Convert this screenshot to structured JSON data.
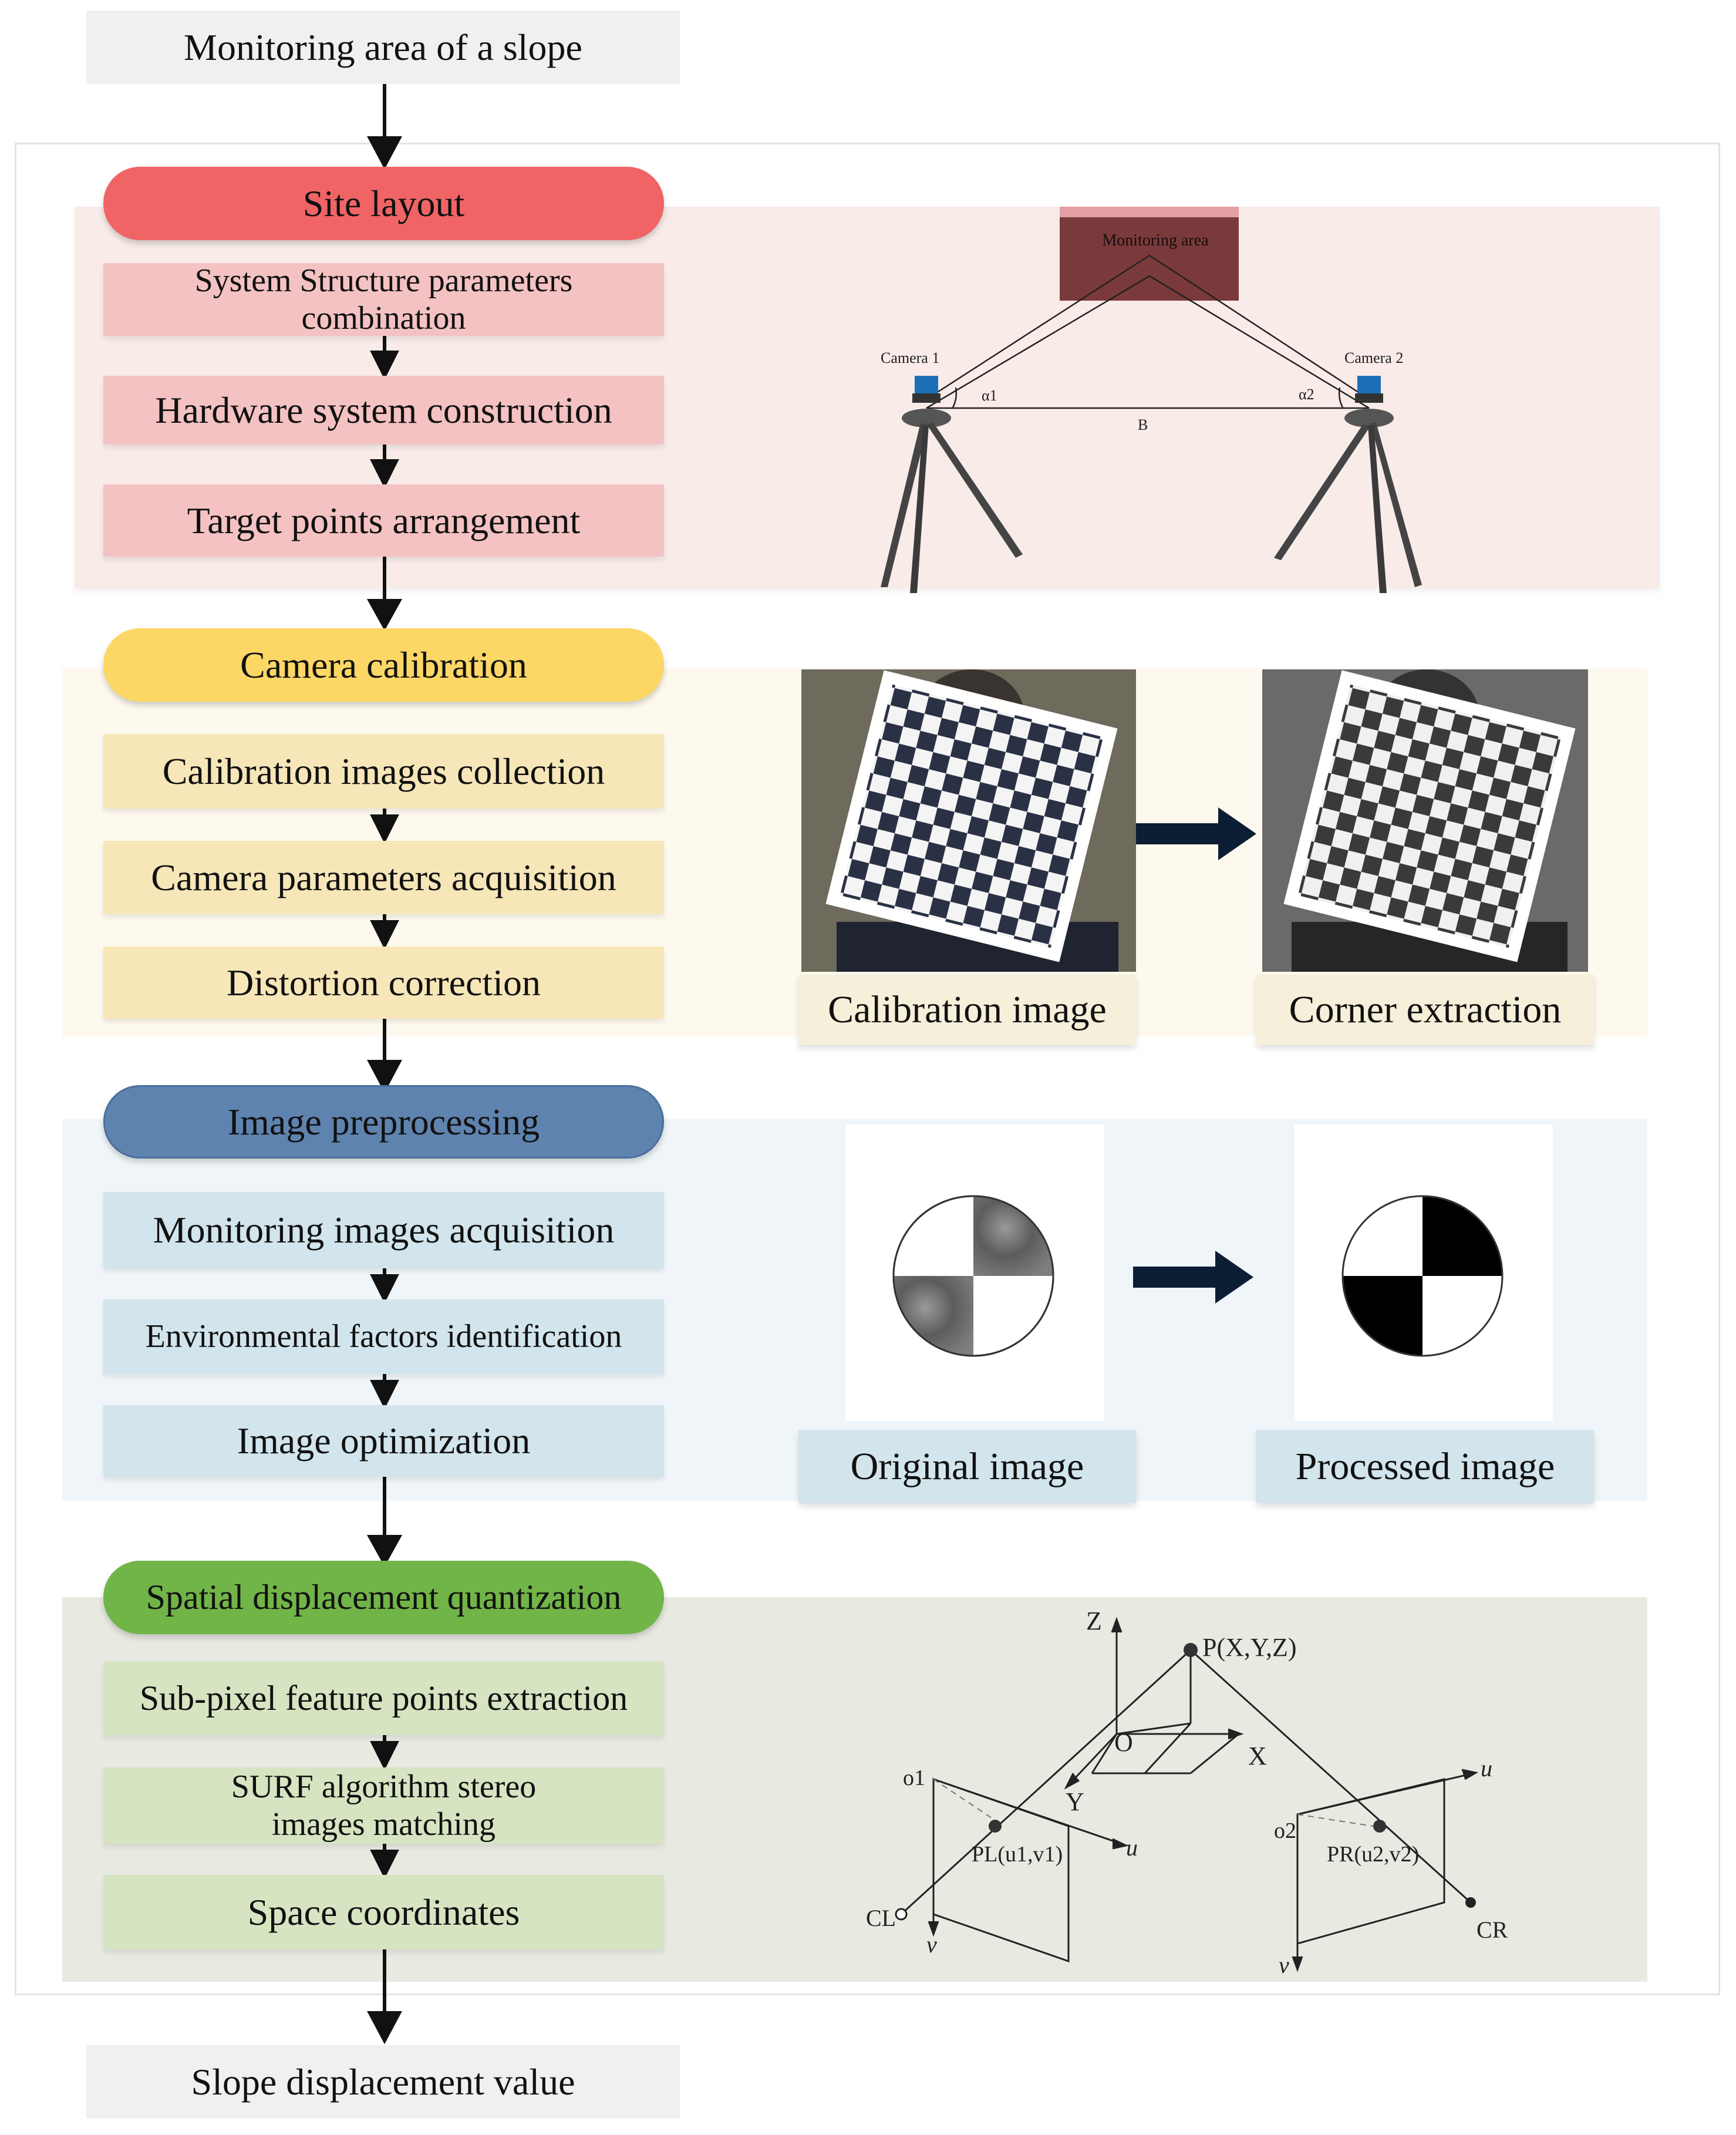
{
  "start": "Monitoring area of a slope",
  "end": "Slope displacement value",
  "stages": [
    {
      "title": "Site layout",
      "steps": [
        "System Structure parameters combination",
        "Hardware system construction",
        "Target points arrangement"
      ]
    },
    {
      "title": "Camera calibration",
      "steps": [
        "Calibration images collection",
        "Camera parameters acquisition",
        "Distortion correction"
      ]
    },
    {
      "title": "Image preprocessing",
      "steps": [
        "Monitoring images acquisition",
        "Environmental factors identification",
        "Image optimization"
      ]
    },
    {
      "title": "Spatial displacement quantization",
      "steps": [
        "Sub-pixel feature points extraction",
        "SURF algorithm stereo images matching",
        "Space coordinates"
      ]
    }
  ],
  "site_figure": {
    "area_label": "Monitoring area",
    "camera1": "Camera 1",
    "camera2": "Camera 2",
    "alpha1": "α1",
    "alpha2": "α2",
    "baseline": "B"
  },
  "calibration_figure": {
    "left_caption": "Calibration image",
    "right_caption": "Corner extraction"
  },
  "preprocess_figure": {
    "left_caption": "Original image",
    "right_caption": "Processed image"
  },
  "stereo_figure": {
    "z_axis": "Z",
    "x_axis": "X",
    "y_axis": "Y",
    "origin": "O",
    "point": "P(X,Y,Z)",
    "o1": "o1",
    "o2": "o2",
    "u_left": "u",
    "v_left": "v",
    "u_right": "u",
    "v_right": "v",
    "pl": "PL(u1,v1)",
    "pr": "PR(u2,v2)",
    "cl": "CL",
    "cr": "CR"
  },
  "colors": {
    "site_header": "#f06466",
    "site_step": "#f4c2c2",
    "site_bg": "#f8ebe8",
    "calib_header": "#fdd766",
    "calib_step": "#f6e6b8",
    "calib_bg": "#fdf9ee",
    "pre_header": "#5f83af",
    "pre_step": "#d2e4ec",
    "pre_bg": "#eff5f9",
    "spatial_header": "#71b447",
    "spatial_step": "#d6e4c2",
    "spatial_bg": "#e8eae2",
    "start_end_bg": "#f0f0f0"
  }
}
